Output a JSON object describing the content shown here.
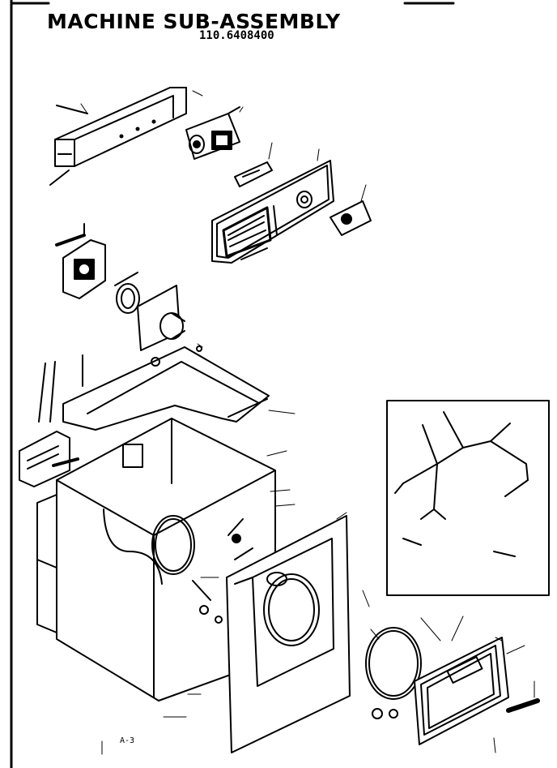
{
  "title": "MACHINE SUB-ASSEMBLY",
  "model_number": "110.6408400",
  "footer_code": "A-3",
  "ink_color": "#000000",
  "paper_color": "#ffffff"
}
